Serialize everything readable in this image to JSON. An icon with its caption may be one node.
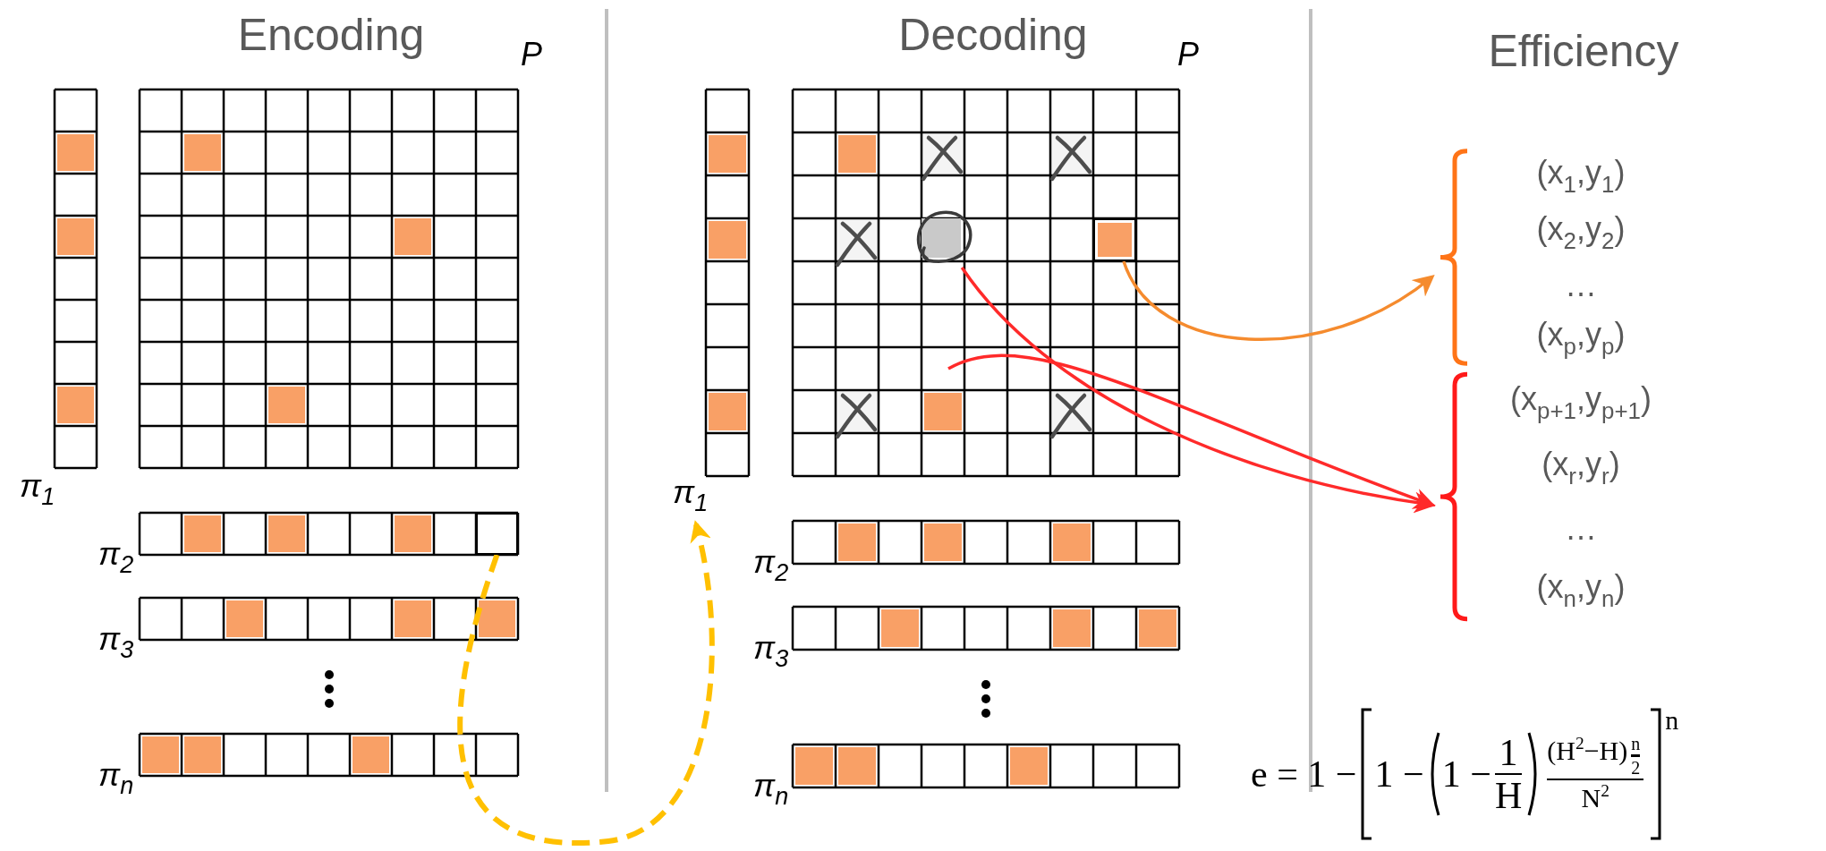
{
  "diagram": {
    "nodes": [
      {
        "text": [],
        "shape": "box"
      },
      {
        "text": [],
        "shape": "box"
      },
      {
        "text": [],
        "shape": "box"
      },
      {
        "text": [
          "π$_{1}$"
        ]
      },
      {
        "text": [
          "(x$_{1}$,y$_{1}$)",
          "(x$_{2}$,y$_{2}$)",
          "…",
          "(x$_{p}$,y$_{p}$)"
        ]
      },
      {
        "text": [
          "(x$_{p+1}$,y$_{p+1}$)",
          "(x$_{r}$,y$_{r}$)",
          "…",
          "(x$_{n}$,y$_{n}$)"
        ]
      }
    ],
    "edges": [
      {
        "from": 0,
        "to": 3,
        "arrow": "to",
        "style": "dashed",
        "color": "#ffc000"
      },
      {
        "from": 1,
        "to": 4,
        "arrow": "to",
        "color": "#f58b2e"
      },
      {
        "from": 2,
        "to": 5,
        "arrow": "to"
      },
      {
        "from": null,
        "to": 5,
        "arrow": "to"
      }
    ],
    "labels": [
      "Encoding",
      "P",
      "π$_{1}$",
      "π$_{2}$",
      "π$_{3}$",
      "π$_{n}$",
      "Decoding",
      "P",
      "π$_{2}$",
      "π$_{3}$",
      "π$_{n}$",
      "Efficiency",
      "e = 1 −",
      "1 −",
      "1 −",
      "1",
      "H",
      "(H$^{2}$−H)",
      "n",
      "2",
      "N$^{2}$",
      "n"
    ]
  }
}
